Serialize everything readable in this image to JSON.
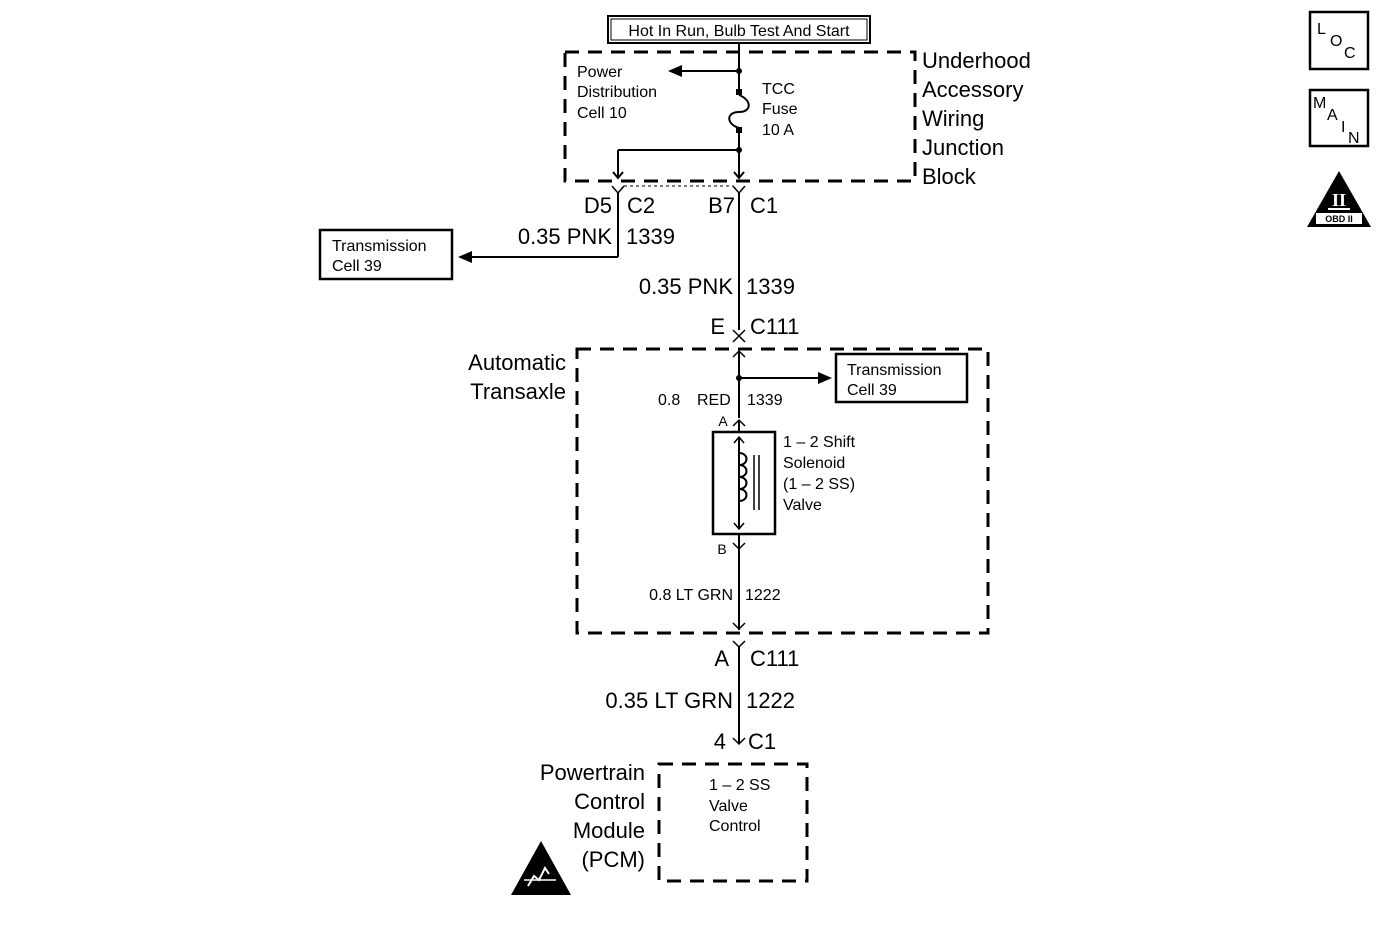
{
  "header": {
    "power_label": "Hot In Run, Bulb Test And Start"
  },
  "junction_block": {
    "name_lines": [
      "Underhood",
      "Accessory",
      "Wiring",
      "Junction",
      "Block"
    ],
    "power_distribution_lines": [
      "Power",
      "Distribution",
      "Cell 10"
    ],
    "fuse_lines": [
      "TCC",
      "Fuse",
      "10 A"
    ]
  },
  "connectors": {
    "d5": "D5",
    "c2": "C2",
    "b7": "B7",
    "c1_top": "C1",
    "e": "E",
    "c111_top": "C111",
    "a_pin": "A",
    "b_pin": "B",
    "a_bottom": "A",
    "c111_bottom": "C111",
    "pin4": "4",
    "c1_bottom": "C1"
  },
  "wires": {
    "branch_pnk": "0.35 PNK",
    "branch_circuit": "1339",
    "main_pnk": "0.35 PNK",
    "main_circuit": "1339",
    "red_gauge": "0.8",
    "red_color": "RED",
    "red_circuit": "1339",
    "ltgrn_inner": "0.8 LT GRN",
    "ltgrn_inner_circuit": "1222",
    "ltgrn_outer": "0.35 LT GRN",
    "ltgrn_outer_circuit": "1222"
  },
  "refs": {
    "transmission_left_lines": [
      "Transmission",
      "Cell 39"
    ],
    "transmission_right_lines": [
      "Transmission",
      "Cell 39"
    ]
  },
  "transaxle": {
    "name_lines": [
      "Automatic",
      "Transaxle"
    ]
  },
  "solenoid": {
    "lines": [
      "1 – 2 Shift",
      "Solenoid",
      "(1 – 2 SS)",
      "Valve"
    ]
  },
  "pcm": {
    "name_lines": [
      "Powertrain",
      "Control",
      "Module",
      "(PCM)"
    ],
    "control_lines": [
      "1 – 2 SS",
      "Valve",
      "Control"
    ]
  },
  "side_icons": {
    "loc": [
      "L",
      "O",
      "C"
    ],
    "main": [
      "M",
      "A",
      "I",
      "N"
    ],
    "obd_numeral": "II",
    "obd_label": "OBD II"
  }
}
